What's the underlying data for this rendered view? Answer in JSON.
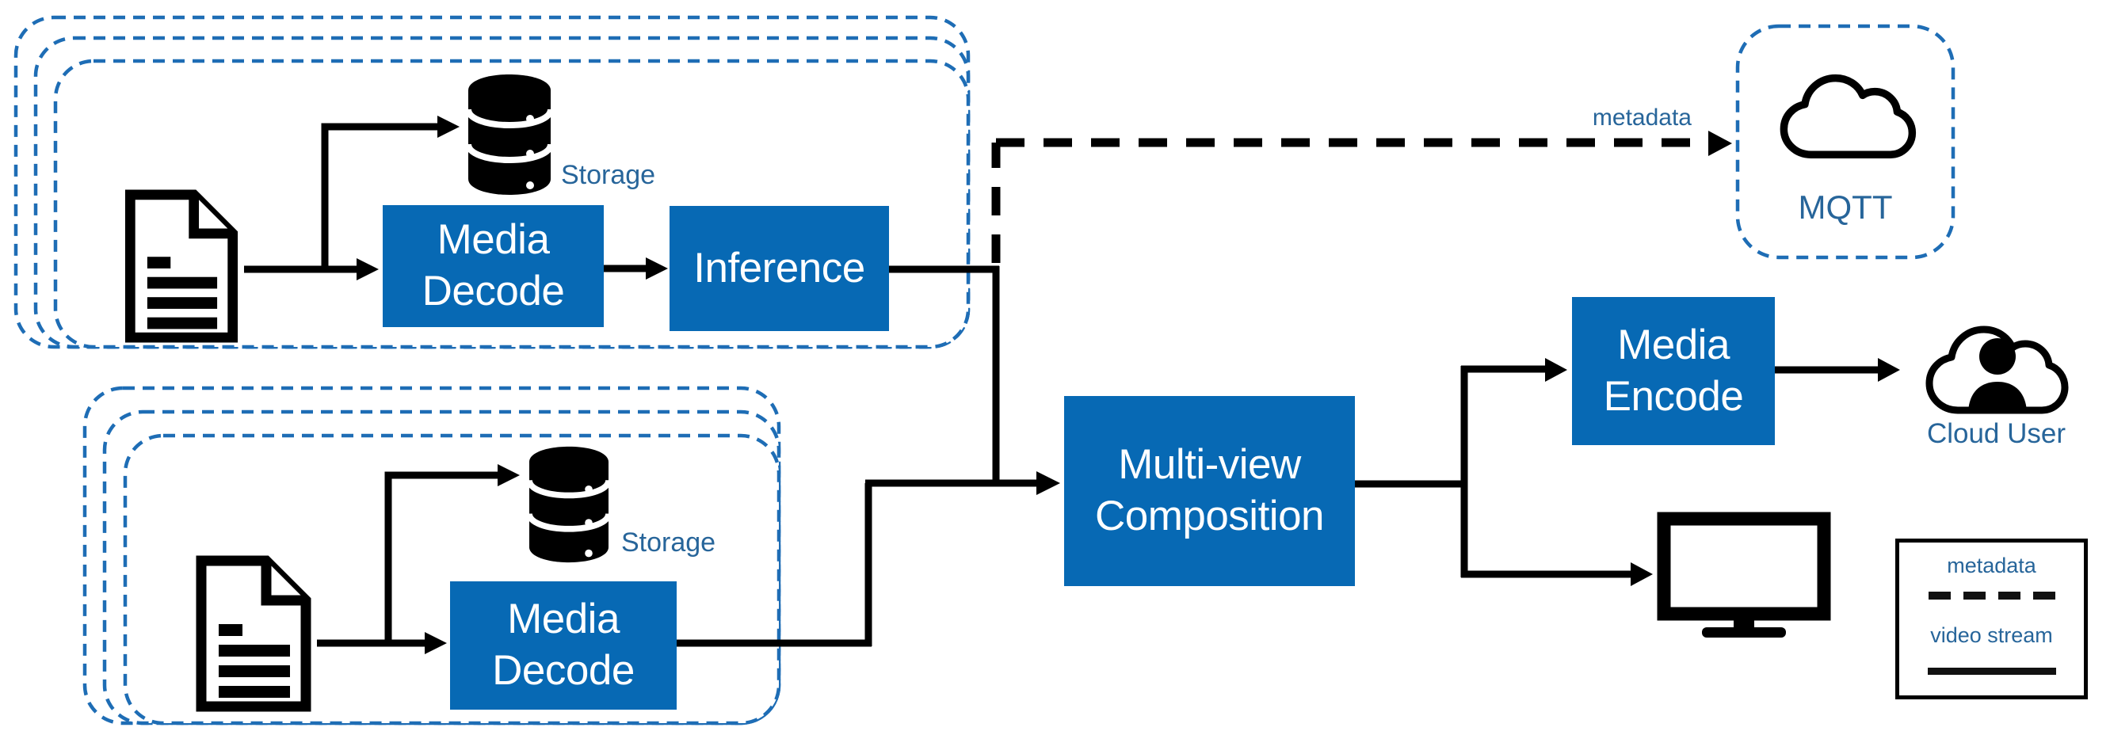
{
  "colors": {
    "node_blue": "#0769B4",
    "label_blue": "#27659A",
    "stack_border_blue": "#1E6DB5",
    "line_black": "#000000"
  },
  "pipelines": {
    "top": {
      "input_icon": "document-icon",
      "storage_icon": "database-icon",
      "storage_label": "Storage",
      "media_decode_label": "Media\nDecode",
      "inference_label": "Inference"
    },
    "bottom": {
      "input_icon": "document-icon",
      "storage_icon": "database-icon",
      "storage_label": "Storage",
      "media_decode_label": "Media\nDecode"
    }
  },
  "composition": {
    "multiview_label": "Multi-view\nComposition"
  },
  "outputs": {
    "metadata_flow_label": "metadata",
    "mqtt": {
      "icon": "cloud-icon",
      "label": "MQTT"
    },
    "media_encode_label": "Media\nEncode",
    "cloud_user": {
      "icon": "cloud-user-icon",
      "label": "Cloud User"
    },
    "display_icon": "monitor-icon"
  },
  "legend": {
    "metadata_label": "metadata",
    "video_stream_label": "video stream"
  }
}
